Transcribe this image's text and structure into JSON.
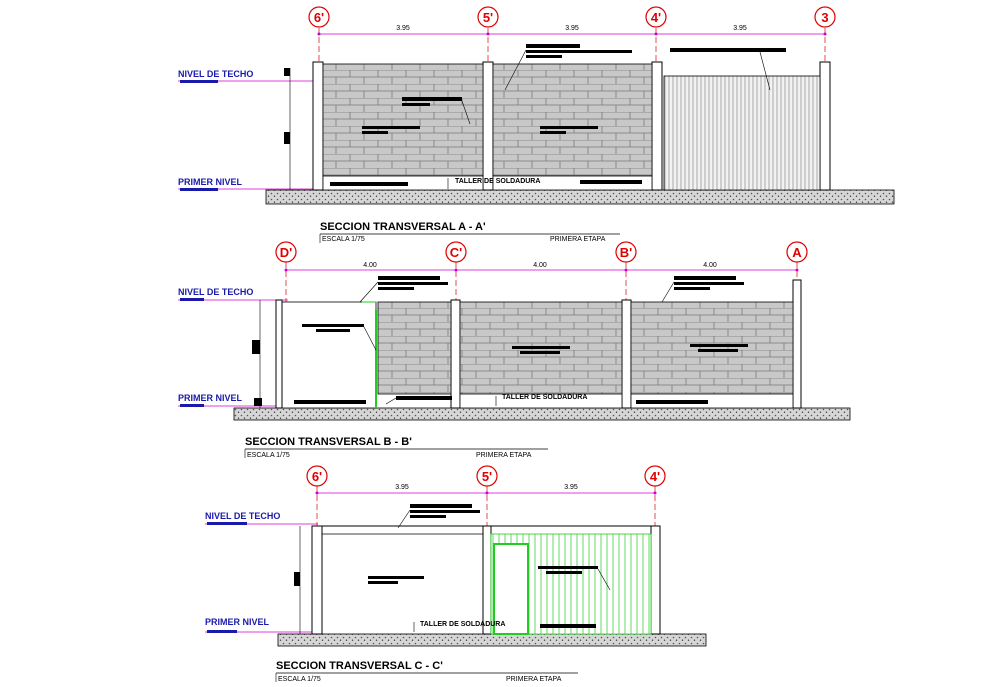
{
  "sections": [
    {
      "title": "SECCION TRANSVERSAL A - A'",
      "scale": "ESCALA 1/75",
      "stage": "PRIMERA ETAPA",
      "axes": [
        "6'",
        "5'",
        "4'",
        "3"
      ],
      "dimensions": [
        "3.95",
        "3.95",
        "3.95"
      ],
      "roof_level": "NIVEL DE TECHO",
      "floor_level": "PRIMER NIVEL",
      "room": "TALLER DE SOLDADURA"
    },
    {
      "title": "SECCION TRANSVERSAL B - B'",
      "scale": "ESCALA 1/75",
      "stage": "PRIMERA ETAPA",
      "axes": [
        "D'",
        "C'",
        "B'",
        "A"
      ],
      "dimensions": [
        "4.00",
        "4.00",
        "4.00"
      ],
      "roof_level": "NIVEL DE TECHO",
      "floor_level": "PRIMER NIVEL",
      "room": "TALLER DE SOLDADURA"
    },
    {
      "title": "SECCION TRANSVERSAL C - C'",
      "scale": "ESCALA 1/75",
      "stage": "PRIMERA ETAPA",
      "axes": [
        "6'",
        "5'",
        "4'"
      ],
      "dimensions": [
        "3.95",
        "3.95"
      ],
      "roof_level": "NIVEL DE TECHO",
      "floor_level": "PRIMER NIVEL",
      "room": "TALLER DE SOLDADURA"
    }
  ],
  "colors": {
    "axis_circle": "#e00000",
    "dimension_line": "#d000d0",
    "level_text": "#1a1aaa",
    "door_frame": "#22cc22",
    "brick": "#c8c8c8"
  }
}
